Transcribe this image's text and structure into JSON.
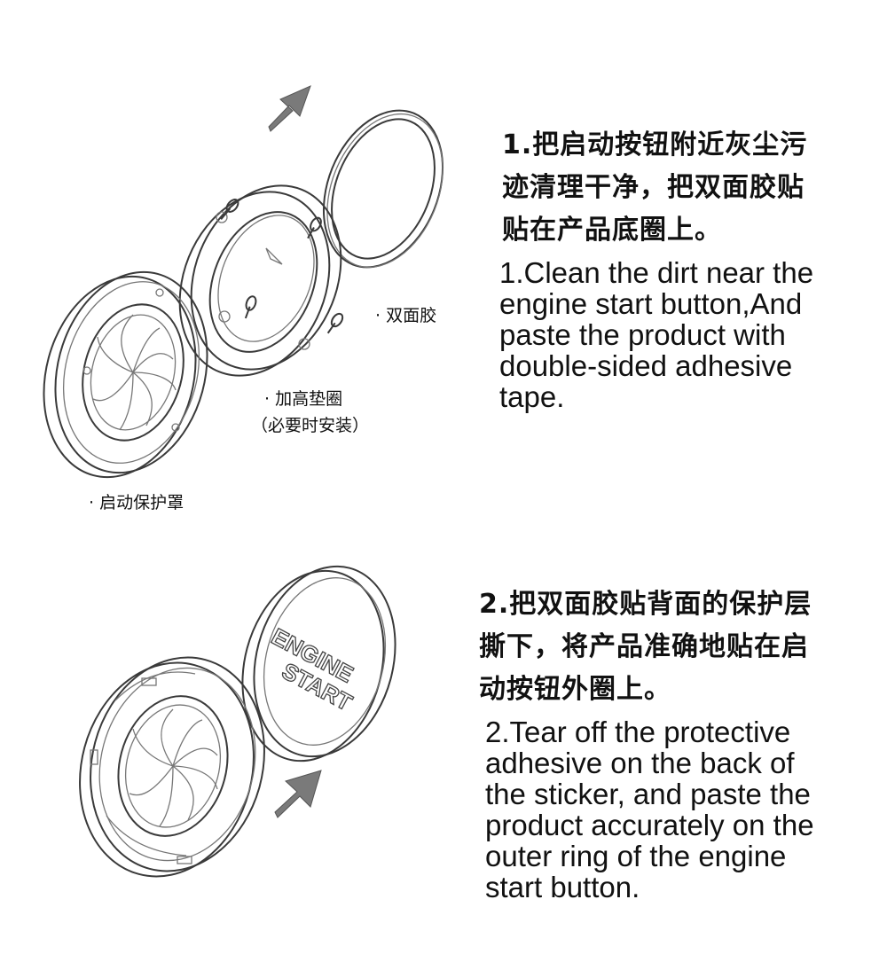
{
  "step1": {
    "zh_lines": [
      "1.把启动按钮附近灰尘污",
      "迹清理干净，把双面胶贴",
      "贴在产品底圈上。"
    ],
    "en_lines": [
      "1.Clean the dirt near the",
      "engine start button,And",
      "paste the product with",
      "double-sided adhesive",
      "tape."
    ],
    "labels": {
      "tape": "· 双面胶",
      "spacer": "· 加高垫圈",
      "spacer_note": "（必要时安装）",
      "cover": "· 启动保护罩"
    }
  },
  "step2": {
    "zh_lines": [
      "2.把双面胶贴背面的保护层",
      "撕下，将产品准确地贴在启",
      "动按钮外圈上。"
    ],
    "en_lines": [
      "2.Tear off the protective",
      "adhesive on the back of",
      "the sticker, and paste the",
      "product accurately on the",
      "outer ring of the engine",
      "start button."
    ],
    "cap_text": [
      "ENGINE",
      "START"
    ]
  }
}
